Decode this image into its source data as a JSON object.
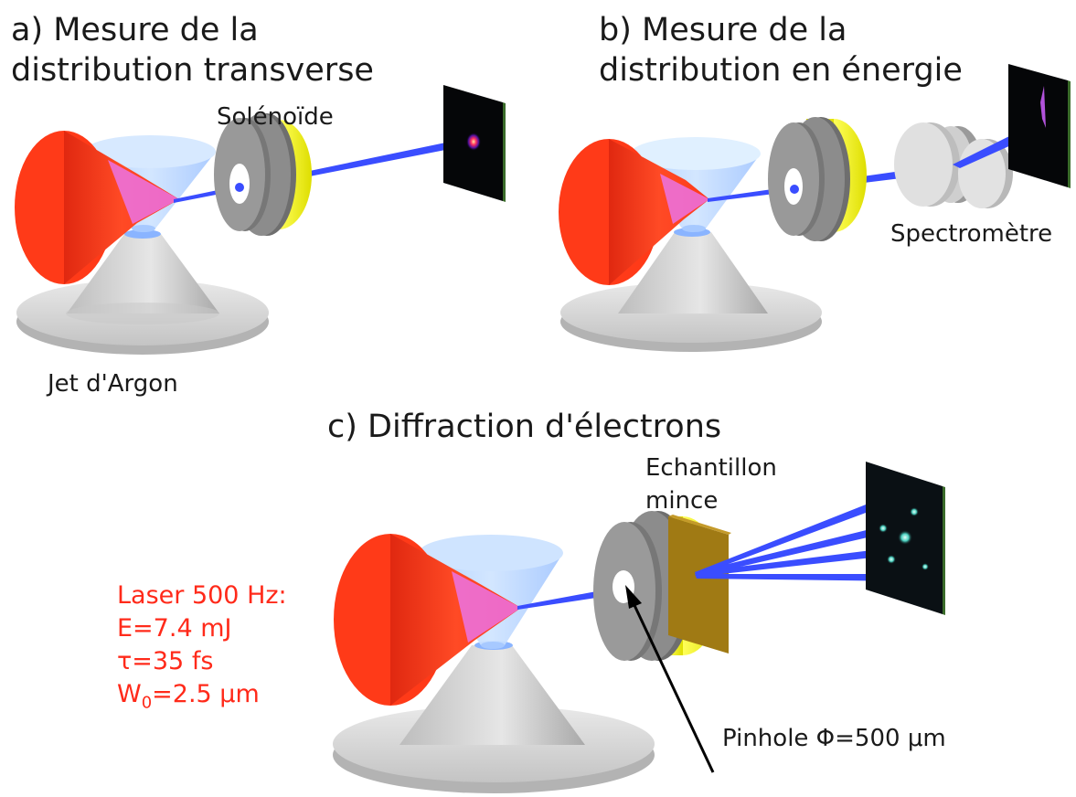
{
  "panels": {
    "a": {
      "title_line1": "a) Mesure de la",
      "title_line2": "distribution transverse"
    },
    "b": {
      "title_line1": "b) Mesure de la",
      "title_line2": "distribution en énergie"
    },
    "c": {
      "title": "c) Diffraction d'électrons"
    }
  },
  "labels": {
    "solenoid": "Solénoïde",
    "gas_jet": "Jet d'Argon",
    "spectrometer": "Spectromètre",
    "sample_line1": "Echantillon",
    "sample_line2": "mince",
    "pinhole": "Pinhole Φ=500 μm"
  },
  "laser": {
    "line1": "Laser 500 Hz:",
    "line2": "E=7.4 mJ",
    "line3": "τ=35 fs",
    "line4_main": "W",
    "line4_sub": "0",
    "line4_rest": "=2.5 μm"
  },
  "colors": {
    "laser_red": "#ff3b1f",
    "electron_blue": "#3a4dff",
    "solenoid_yellow": "#ffff2e",
    "gas_cone": "#b9d9ff",
    "pedestal_gray": "#cfcfcf",
    "sample_gold": "#a07a14"
  }
}
